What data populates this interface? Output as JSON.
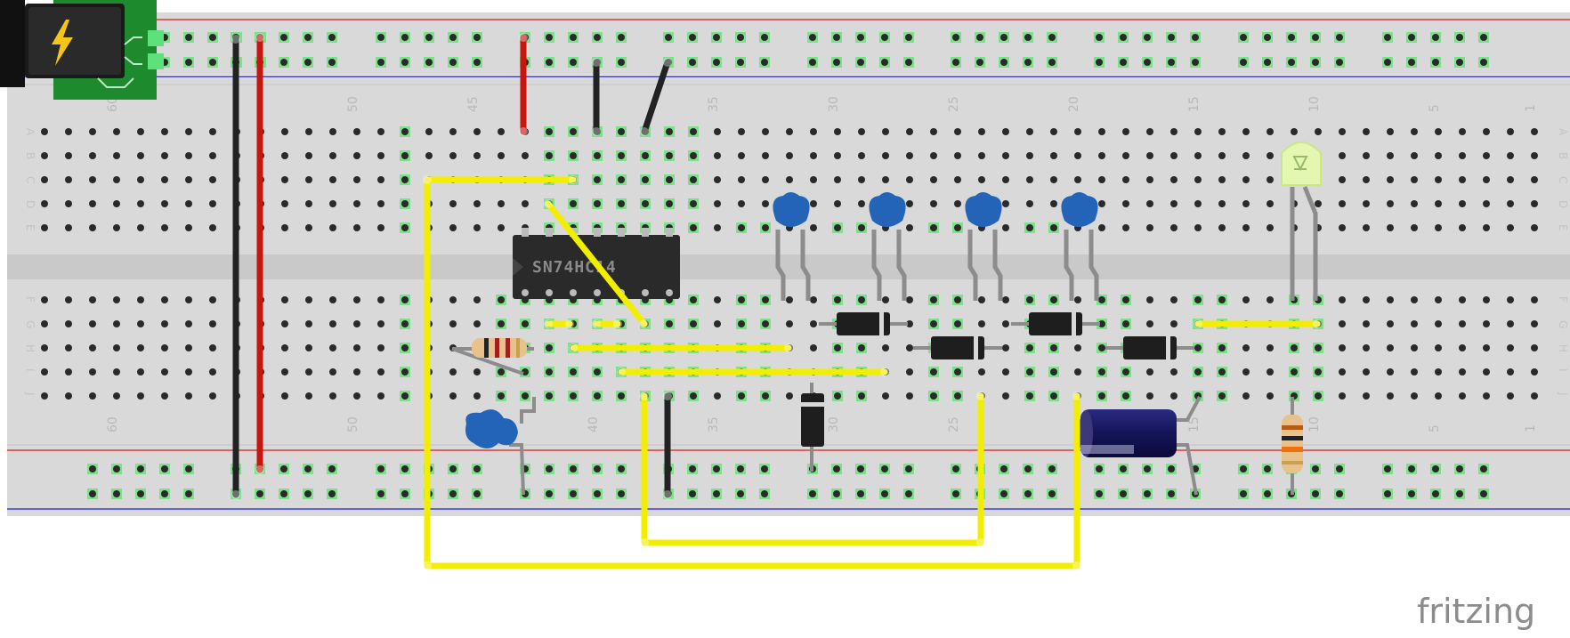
{
  "app": {
    "brand": "fritzing"
  },
  "breadboard": {
    "top_numbers": [
      "50",
      "45",
      "35",
      "30",
      "25",
      "20",
      "15",
      "10",
      "5",
      "1"
    ],
    "bottom_numbers": [
      "60",
      "50",
      "40",
      "35",
      "30",
      "25",
      "15",
      "10",
      "5",
      "1"
    ],
    "row_letters_top": [
      "A",
      "B",
      "C",
      "D",
      "E"
    ],
    "row_letters_bottom": [
      "F",
      "G",
      "H",
      "I",
      "J"
    ],
    "top_numbers_extra": "60"
  },
  "components": {
    "ic_label": "SN74HC14",
    "power_jack": "lightning-icon"
  },
  "colors": {
    "wire_yellow": "#f2ee00",
    "wire_red": "#c8150f",
    "wire_black": "#222222",
    "board": "#d9d9d9",
    "rail_red": "#e03a3a",
    "rail_blue": "#3a3ae0",
    "capacitor_blue": "#2464b8",
    "ic_body": "#2a2a2a",
    "led": "#e3f7b0"
  }
}
